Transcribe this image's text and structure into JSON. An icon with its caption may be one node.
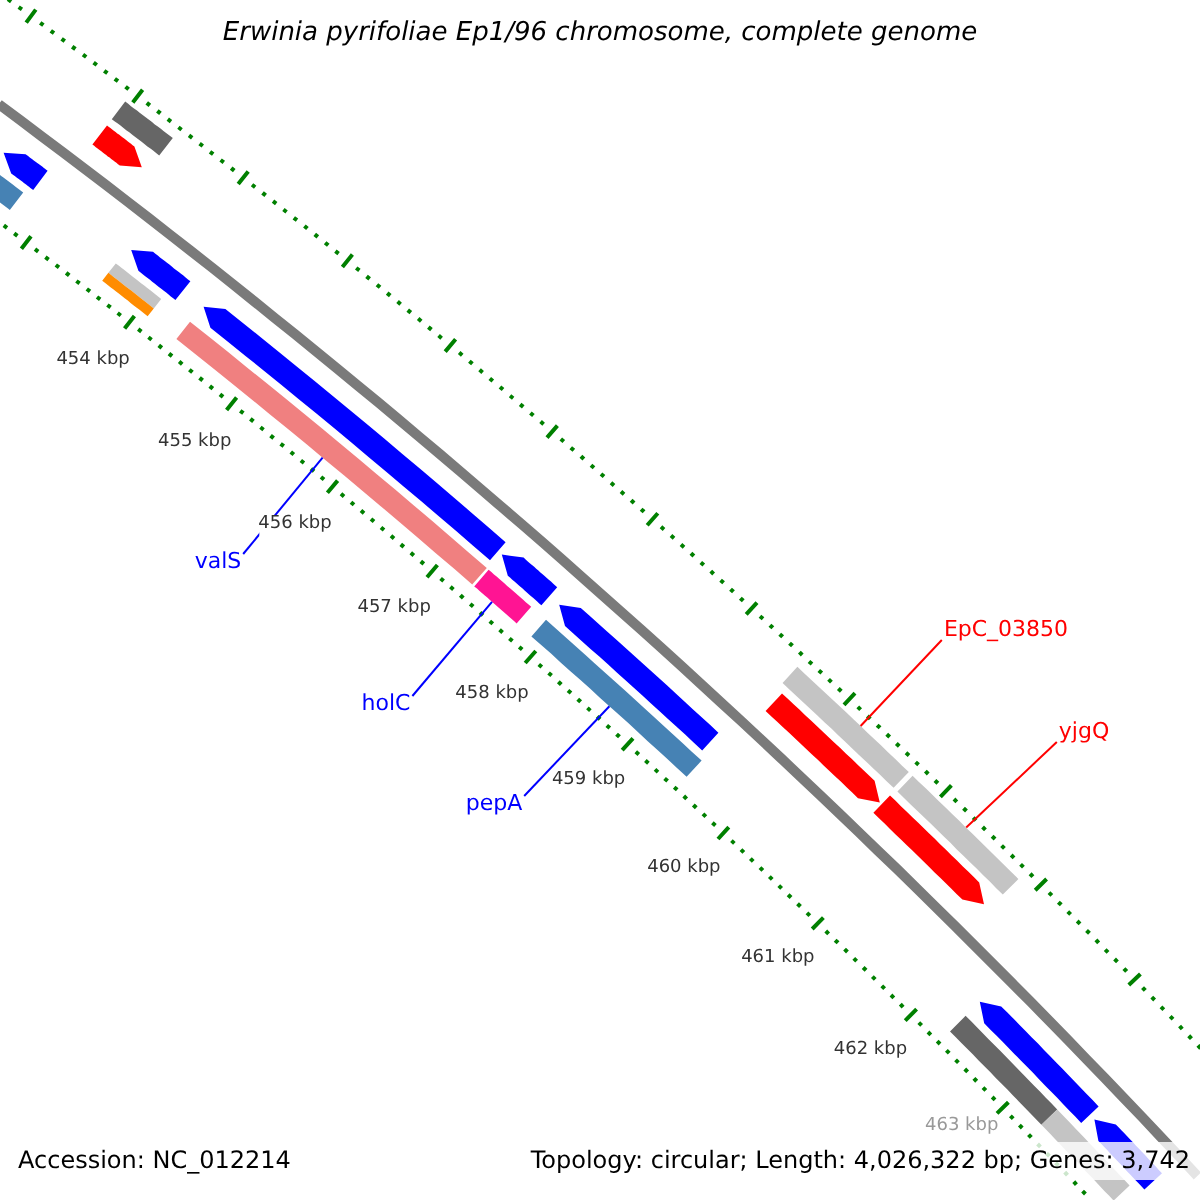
{
  "diagram": {
    "title": "Erwinia pyrifoliae Ep1/96 chromosome, complete genome",
    "nodes": [
      {
        "text": [
          "valS"
        ]
      },
      {
        "text": [],
        "shape": "bar"
      },
      {
        "text": [
          "holC"
        ]
      },
      {
        "text": [],
        "shape": "bar"
      },
      {
        "text": [
          "pepA"
        ]
      },
      {
        "text": [],
        "shape": "bar"
      },
      {
        "text": [
          "EpC_03850"
        ]
      },
      {
        "text": [],
        "shape": "bar"
      },
      {
        "text": [
          "yjgQ"
        ]
      },
      {
        "text": [],
        "shape": "bar"
      },
      {
        "text": [],
        "shape": "arrow"
      },
      {
        "text": [],
        "shape": "arrow"
      },
      {
        "text": [],
        "shape": "arrow"
      },
      {
        "text": [],
        "shape": "arrow"
      },
      {
        "text": [],
        "shape": "arrow"
      },
      {
        "text": [],
        "shape": "arrow"
      },
      {
        "text": [],
        "shape": "arrow"
      },
      {
        "text": [],
        "shape": "bar"
      },
      {
        "text": [],
        "shape": "bar"
      },
      {
        "text": [],
        "shape": "bar"
      },
      {
        "text": [],
        "shape": "bar"
      },
      {
        "text": [],
        "shape": "bar"
      },
      {
        "text": [],
        "shape": "arrow"
      },
      {
        "text": [],
        "shape": "arrow"
      },
      {
        "text": [],
        "shape": "arrow"
      },
      {
        "text": [],
        "shape": "bar"
      }
    ],
    "edges": [
      {
        "from": 0,
        "to": 1,
        "arrow": "none"
      },
      {
        "from": 2,
        "to": 3,
        "arrow": "none"
      },
      {
        "from": 4,
        "to": 5,
        "arrow": "none"
      },
      {
        "from": 6,
        "to": 7,
        "arrow": "none",
        "color": "#ff0000"
      },
      {
        "from": 8,
        "to": 9,
        "arrow": "none",
        "color": "#ff0000"
      }
    ],
    "labels": [
      "454 kbp",
      "455 kbp",
      "456 kbp",
      "457 kbp",
      "458 kbp",
      "459 kbp",
      "460 kbp",
      "461 kbp",
      "462 kbp",
      "463 kbp",
      "Accession: NC_012214",
      "Topology: circular; Length: 4,026,322 bp; Genes: 3,742"
    ]
  }
}
